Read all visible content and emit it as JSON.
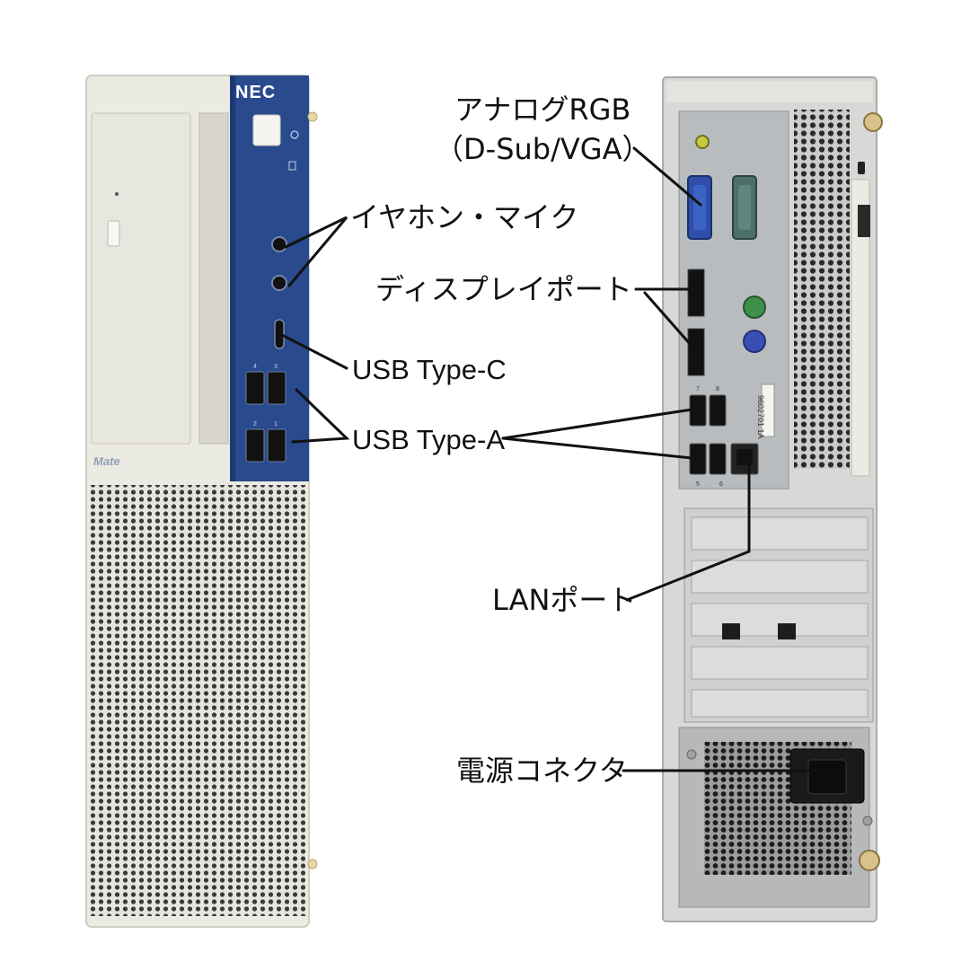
{
  "front": {
    "brand_logo": "NEC",
    "model_badge": "Mate",
    "port_numbers": [
      "4",
      "3",
      "2",
      "1"
    ]
  },
  "rear": {
    "serial_label": "9602701 1A",
    "port_numbers": [
      "7",
      "8",
      "5",
      "6"
    ]
  },
  "callouts": {
    "analog_rgb": "アナログRGB",
    "analog_rgb_sub": "（D-Sub/VGA）",
    "earphone_mic": "イヤホン・マイク",
    "displayport": "ディスプレイポート",
    "usb_type_c": "USB Type-C",
    "usb_type_a": "USB Type-A",
    "lan_port": "LANポート",
    "power_connector": "電源コネクタ"
  },
  "colors": {
    "background": "#ffffff",
    "chassis": "#ecebe3",
    "bezel_blue": "#2a4a8e",
    "metal": "#b9bcbf",
    "callout_line": "#111111"
  }
}
